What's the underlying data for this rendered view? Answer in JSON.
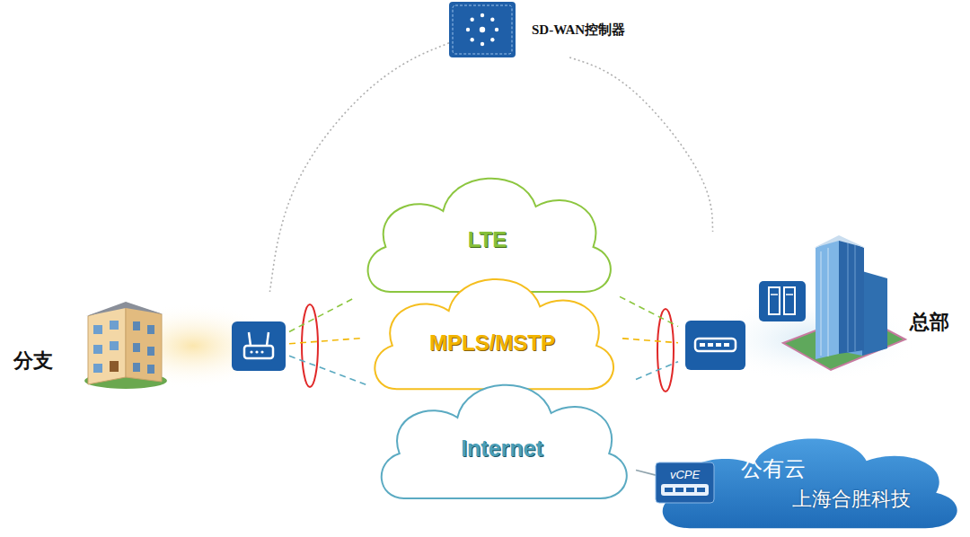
{
  "diagram": {
    "nodes": [
      {
        "text": [
          "SD-WAN控制器"
        ]
      },
      {
        "text": [
          "分支"
        ]
      },
      {
        "text": [
          "LTE"
        ]
      },
      {
        "text": [
          "MPLS/MSTP"
        ]
      },
      {
        "text": [
          "Internet"
        ]
      },
      {
        "text": [
          "总部"
        ]
      },
      {
        "text": [
          "公有云"
        ]
      },
      {
        "text": [
          "vCPE"
        ],
        "in": 6
      }
    ],
    "edges": [
      {
        "from": 0,
        "to": 1,
        "arrow": "none"
      },
      {
        "from": 0,
        "to": 5,
        "arrow": "none"
      },
      {
        "from": 1,
        "to": 2,
        "arrow": "none"
      },
      {
        "from": 1,
        "to": 3,
        "arrow": "none"
      },
      {
        "from": 1,
        "to": 4,
        "arrow": "none"
      },
      {
        "from": 2,
        "to": 5,
        "arrow": "none"
      },
      {
        "from": 3,
        "to": 5,
        "arrow": "none"
      },
      {
        "from": 4,
        "to": 5,
        "arrow": "none"
      },
      {
        "from": 4,
        "to": 7,
        "arrow": "none"
      }
    ],
    "labels": [
      "上海合胜科技"
    ]
  }
}
